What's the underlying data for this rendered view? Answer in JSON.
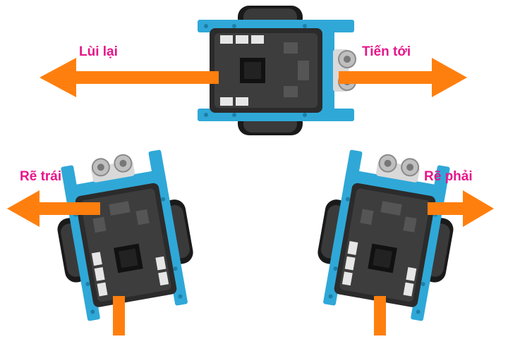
{
  "labels": {
    "back": "Lùi lại",
    "forward": "Tiến tới",
    "turn_left": "Rẽ trái",
    "turn_right": "Rẽ phải"
  },
  "colors": {
    "arrow": "#ff7f0e",
    "label": "#e8158a",
    "robot_frame": "#2fa8d8",
    "board": "#2b2b2b",
    "wheel": "#1a1a1a"
  },
  "icons": [
    "robot-top-view",
    "arrow-left",
    "arrow-right",
    "arrow-down"
  ]
}
